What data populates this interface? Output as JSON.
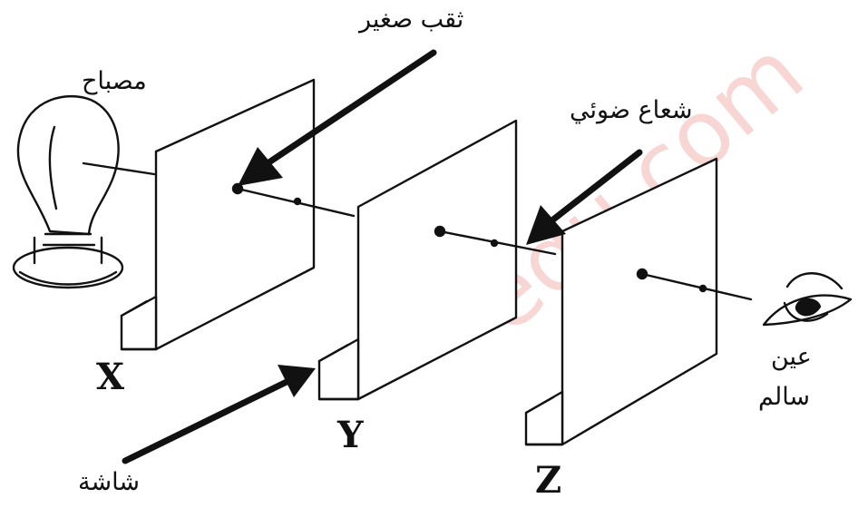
{
  "labels": {
    "lamp": "مصباح",
    "pinhole": "ثقب صغير",
    "light_ray": "شعاع ضوئي",
    "screen": "شاشة",
    "eye_line1": "عين",
    "eye_line2": "سالم",
    "screen_x": "X",
    "screen_y": "Y",
    "screen_z": "Z"
  },
  "watermark": "edu.com",
  "colors": {
    "ink": "#111111",
    "paper": "#ffffff",
    "watermark": "#f4b6b0"
  }
}
